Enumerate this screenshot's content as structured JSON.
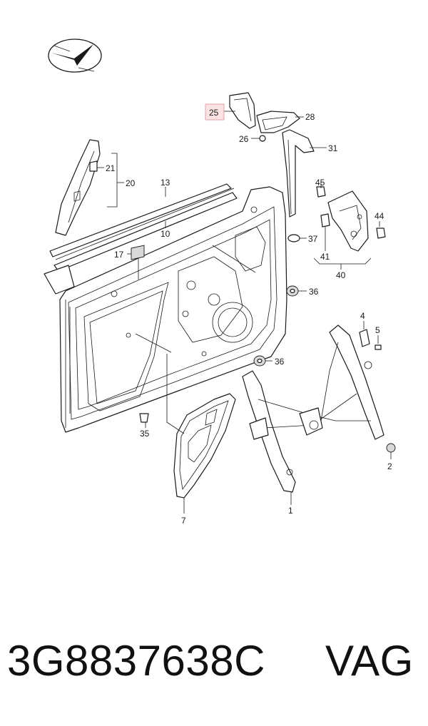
{
  "diagram": {
    "callouts": [
      {
        "id": "c25",
        "text": "25",
        "highlight": true
      },
      {
        "id": "c28",
        "text": "28"
      },
      {
        "id": "c26",
        "text": "26"
      },
      {
        "id": "c31",
        "text": "31"
      },
      {
        "id": "c21",
        "text": "21"
      },
      {
        "id": "c20",
        "text": "20"
      },
      {
        "id": "c13",
        "text": "13"
      },
      {
        "id": "c10",
        "text": "10"
      },
      {
        "id": "c45",
        "text": "45"
      },
      {
        "id": "c44",
        "text": "44"
      },
      {
        "id": "c37",
        "text": "37"
      },
      {
        "id": "c41",
        "text": "41"
      },
      {
        "id": "c40",
        "text": "40"
      },
      {
        "id": "c17",
        "text": "17"
      },
      {
        "id": "c36a",
        "text": "36"
      },
      {
        "id": "c36b",
        "text": "36"
      },
      {
        "id": "c4",
        "text": "4"
      },
      {
        "id": "c5",
        "text": "5"
      },
      {
        "id": "c35",
        "text": "35"
      },
      {
        "id": "c2",
        "text": "2"
      },
      {
        "id": "c1",
        "text": "1"
      },
      {
        "id": "c7",
        "text": "7"
      }
    ],
    "highlight_color": "#e8a0a0",
    "highlight_fill": "#fbe3e3"
  },
  "footer": {
    "part_number": "3G8837638C",
    "brand": "VAG"
  }
}
